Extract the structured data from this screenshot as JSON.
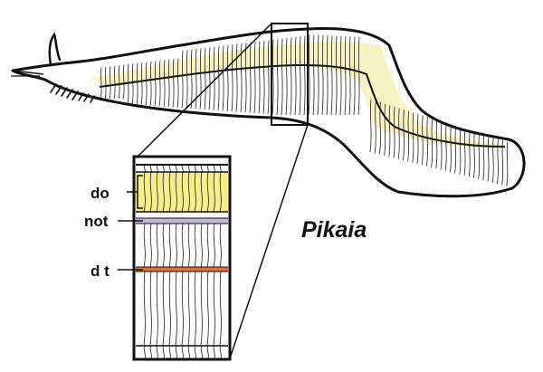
{
  "figure": {
    "title": "Pikaia",
    "labels": {
      "dorsal_organ": "do",
      "notochord": "not",
      "dorsal_tube": "d t"
    }
  },
  "colors": {
    "outline": "#111111",
    "body_fill": "#ffffff",
    "dorsal_organ_fill": "#f7f3c4",
    "dorsal_organ_inset_fill": "#f6ee8a",
    "notochord": "#c7b6dc",
    "dorsal_tube": "#e0703a",
    "myomere_lines": "#222222"
  }
}
